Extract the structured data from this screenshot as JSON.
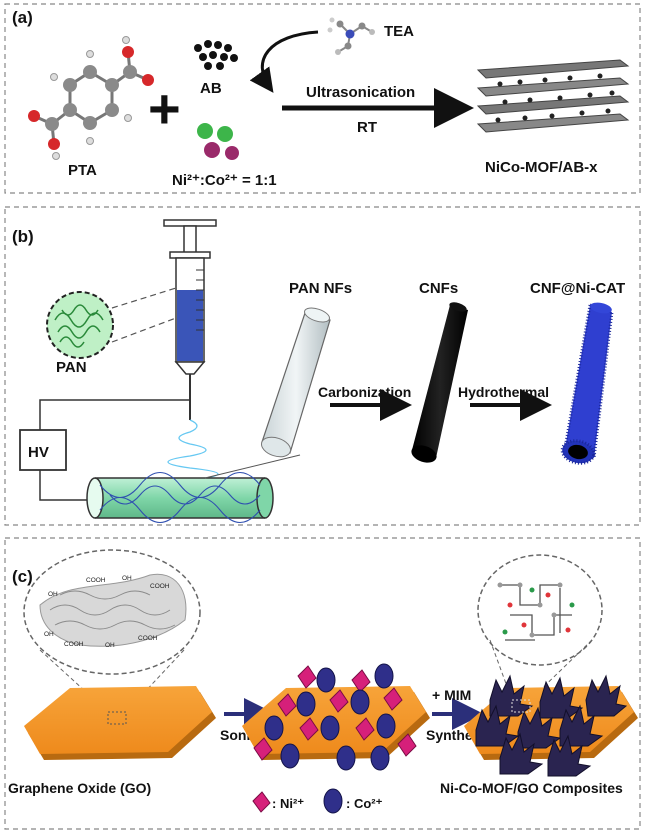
{
  "panel_a": {
    "letter": "(a)",
    "pta_label": "PTA",
    "plus": "+",
    "ab_label": "AB",
    "tea_label": "TEA",
    "ratio_label": "Ni²⁺:Co²⁺ = 1:1",
    "arrow_top": "Ultrasonication",
    "arrow_bottom": "RT",
    "product_label": "NiCo-MOF/AB-x"
  },
  "panel_b": {
    "letter": "(b)",
    "pan_label": "PAN",
    "hv_label": "HV",
    "pan_nfs_label": "PAN NFs",
    "cnfs_label": "CNFs",
    "cnf_ni_cat_label": "CNF@Ni-CAT",
    "step1": "Carbonization",
    "step2": "Hydrothermal"
  },
  "panel_c": {
    "letter": "(c)",
    "go_label": "Graphene Oxide (GO)",
    "step1": "Sonication",
    "step2_top": "+ MIM",
    "step2_bottom": "Synthesis",
    "product_label": "Ni-Co-MOF/GO Composites",
    "legend_ni": ": Ni²⁺",
    "legend_co": ": Co²⁺",
    "oh": "OH",
    "cooh": "COOH"
  },
  "colors": {
    "orange": "#f59a2a",
    "orange_dark": "#b86a10",
    "navy": "#2b2f7a",
    "magenta": "#d6207a",
    "blue_fill": "#3a55b8",
    "green_fiber": "#7fd6a8",
    "dashed": "#888888"
  }
}
